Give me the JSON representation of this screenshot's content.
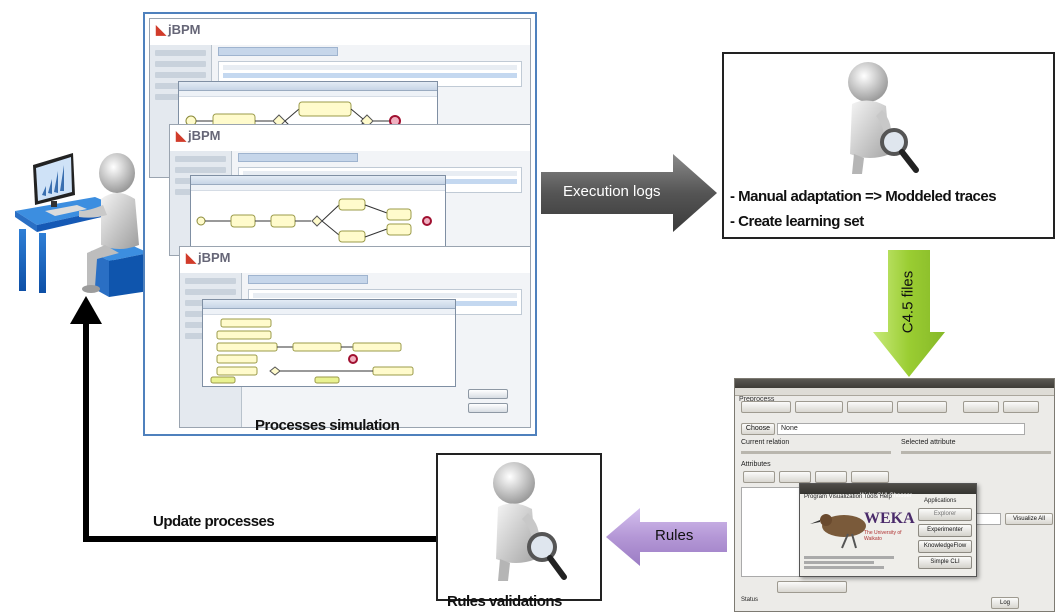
{
  "diagram": {
    "labels": {
      "processes_simulation": "Processes simulation",
      "execution_logs": "Execution logs",
      "c45_files": "C4.5 files",
      "rules": "Rules",
      "rules_validations": "Rules validations",
      "update_processes": "Update processes",
      "adaptation_line_1": "- Manual adaptation => Moddeled traces",
      "adaptation_line_2": "- Create learning set"
    },
    "screens": {
      "jbpm_logo": "jBPM",
      "weka_title": "WEKA",
      "weka_subtitle": "The University of Waikato",
      "weka_chooser_title": "Weka GUI Chooser",
      "weka_chooser_menu": "Program  Visualization  Tools  Help",
      "weka_applications_header": "Applications",
      "weka_apps": [
        "Explorer",
        "Experimenter",
        "KnowledgeFlow",
        "Simple CLI"
      ],
      "weka_preprocess_tab": "Preprocess",
      "weka_choose_button": "Choose",
      "weka_filter_value": "None",
      "weka_current_relation": "Current relation",
      "weka_selected_attribute": "Selected attribute",
      "weka_attributes": "Attributes",
      "weka_visualize_all": "Visualize All",
      "weka_status": "Status",
      "weka_log": "Log"
    },
    "colors": {
      "gray_arrow": "#606060",
      "green_arrow": "#9ACD32",
      "purple_arrow": "#B497D6",
      "feedback_line": "#000000",
      "simulation_border": "#4F81BD",
      "box_border": "#222222"
    },
    "icons": [
      "user-at-computer-icon",
      "magnifying-glass-figure-icon"
    ]
  }
}
